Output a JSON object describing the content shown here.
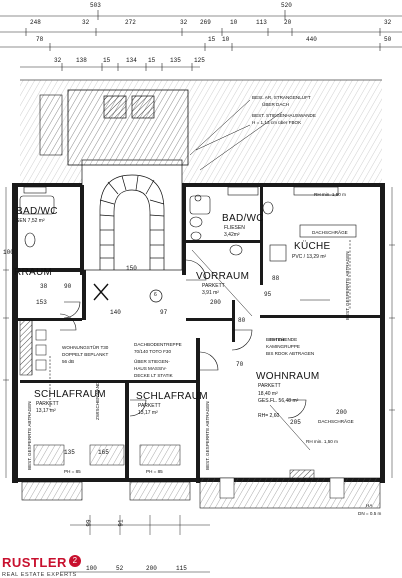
{
  "rooms": {
    "bad_wc_left": "BAD/WC",
    "bad_wc_left_sub": "SEN  7,52 m²",
    "bad_wc_right": "BAD/WC",
    "bad_wc_right_sub": "FLIESEN",
    "bad_wc_right_area": "3,42m²",
    "kueche": "KÜCHE",
    "kueche_sub": "PVC / 13,29 m²",
    "vorraum": "VORRAUM",
    "vorraum_sub": "PARKETT",
    "vorraum_area": "3,91 m²",
    "vorraum_left": "RRAUM",
    "wohnraum": "WOHNRAUM",
    "wohnraum_sub": "PARKETT",
    "wohnraum_area": "18,40 m²",
    "wohnraum_fl": "GES.FL. 56,48 m²",
    "wohnraum_rh": "RH= 2,60",
    "schlafraum_left": "SCHLAFRAUM",
    "schlafraum_left_sub": "PARKETT",
    "schlafraum_left_area": "13,17 m²",
    "schlafraum_right": "SCHLAFRAUM",
    "schlafraum_right_sub": "PARKETT",
    "schlafraum_right_area": "13,17 m²"
  },
  "notes": {
    "strangenluft": "BESt. AR. STRANGENLUFT",
    "ueber_dach": "ÜBER  DACH",
    "stiegenhaus": "BEST. STIEGENHAUSWANDE",
    "fbok": "H = 1,13 cm  über FBOK",
    "dachschraege_kueche": "DACHSCHRÄGE",
    "dachschraege_wohn": "DACHSCHRÄGE",
    "rh_top": "RH min. 1,50 m",
    "rh_bottom": "RH min. 1,50 m",
    "rh_mid": "RH min.",
    "kamingruppe_1": "BESTEHENDE",
    "kamingruppe_2": "KAMINGRUPPE",
    "kamingruppe_3": "BIS RDOK ABTRAGEN",
    "dachboden_1": "DACHBODENTREPPE",
    "dachboden_2": "70/140  TOTO F30",
    "dachboden_3": "ÜBER STIEGEN-",
    "dachboden_4": "HAUS MASSIV-",
    "dachboden_5": "DECKE  LT STATIK",
    "tuer_1": "WOHNUNGSTÜR T30",
    "tuer_2": "DOPPELT BEPLANKT",
    "tuer_3": "56 dB",
    "zwischen": "ZWISCHENWAND",
    "gesperrte_1": "BEST. GESPERRTE ABTRAGEN",
    "gesperrte_2": "BEST. GESPERRTE ABTRAGEN",
    "gesperrte_3": "BEST. GESPERRTE ABTRAGEN",
    "ph_1": "PH = 85",
    "ph_2": "PH = 85",
    "dn_label": "DN = 0.5 m",
    "circle_num": "6",
    "ha_label": "HA"
  },
  "dims_top": [
    "503",
    "520",
    "248",
    "32",
    "272",
    "32",
    "269",
    "10",
    "113",
    "20",
    "32",
    "78",
    "15",
    "10",
    "440",
    "50",
    "32",
    "138",
    "15",
    "134",
    "15",
    "135",
    "125"
  ],
  "dims_side": [
    "100",
    "38",
    "90",
    "88",
    "153",
    "140",
    "97",
    "150",
    "135",
    "165",
    "80",
    "200",
    "95",
    "70",
    "205",
    "200"
  ],
  "dims_bottom": [
    "100",
    "52",
    "200",
    "115",
    "99",
    "91"
  ],
  "logo": {
    "name": "RUSTLER",
    "badge": "2",
    "subtitle": "REAL ESTATE EXPERTS"
  }
}
